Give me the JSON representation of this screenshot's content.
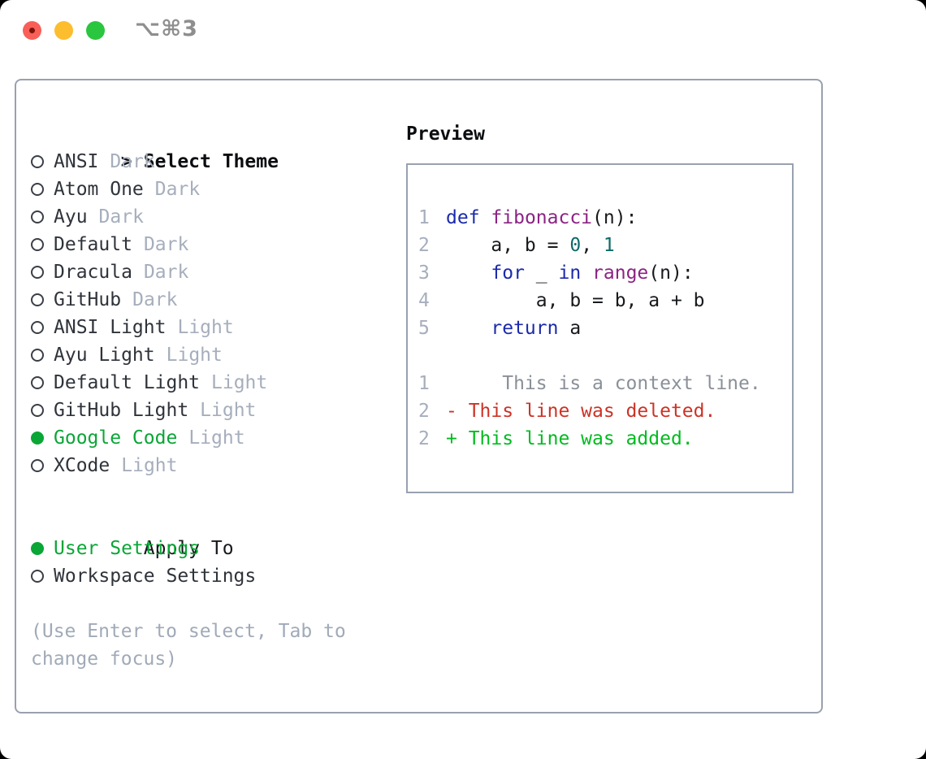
{
  "window": {
    "title": "⌥⌘3",
    "traffic_lights": [
      "close",
      "minimize",
      "zoom"
    ]
  },
  "colors": {
    "border_gray": "#99a1af",
    "selected_green": "#0aa636",
    "added_green": "#00bb1f",
    "deleted_red": "#cc3326",
    "keyword_blue": "#1b2aac",
    "function_purple": "#8c2384",
    "number_teal": "#0e6a6a",
    "muted_gray": "#a6aebc",
    "text_dark": "#2f333a"
  },
  "icons": {
    "prompt": ">",
    "radio_unselected": "outline-circle",
    "radio_selected": "filled-circle"
  },
  "theme_panel": {
    "header": {
      "prompt": ">",
      "label": "Select Theme"
    },
    "themes": [
      {
        "name": "ANSI",
        "variant": "Dark",
        "selected": false
      },
      {
        "name": "Atom One",
        "variant": "Dark",
        "selected": false
      },
      {
        "name": "Ayu",
        "variant": "Dark",
        "selected": false
      },
      {
        "name": "Default",
        "variant": "Dark",
        "selected": false
      },
      {
        "name": "Dracula",
        "variant": "Dark",
        "selected": false
      },
      {
        "name": "GitHub",
        "variant": "Dark",
        "selected": false
      },
      {
        "name": "ANSI Light",
        "variant": "Light",
        "selected": false
      },
      {
        "name": "Ayu Light",
        "variant": "Light",
        "selected": false
      },
      {
        "name": "Default Light",
        "variant": "Light",
        "selected": false
      },
      {
        "name": "GitHub Light",
        "variant": "Light",
        "selected": false
      },
      {
        "name": "Google Code",
        "variant": "Light",
        "selected": true
      },
      {
        "name": "XCode",
        "variant": "Light",
        "selected": false
      }
    ],
    "apply_to": {
      "label": "Apply To",
      "options": [
        {
          "label": "User Settings",
          "selected": true
        },
        {
          "label": "Workspace Settings",
          "selected": false
        }
      ]
    },
    "help_text": "(Use Enter to select, Tab to change focus)"
  },
  "preview": {
    "header": "Preview",
    "lines": [
      {
        "num": "1",
        "tokens": [
          {
            "text": "def",
            "style": "keyword"
          },
          {
            "text": " ",
            "style": "plain"
          },
          {
            "text": "fibonacci",
            "style": "function"
          },
          {
            "text": "(n):",
            "style": "plain"
          }
        ]
      },
      {
        "num": "2",
        "tokens": [
          {
            "text": "    a, b = ",
            "style": "plain"
          },
          {
            "text": "0",
            "style": "number"
          },
          {
            "text": ", ",
            "style": "plain"
          },
          {
            "text": "1",
            "style": "number"
          }
        ]
      },
      {
        "num": "3",
        "tokens": [
          {
            "text": "    ",
            "style": "plain"
          },
          {
            "text": "for",
            "style": "keyword"
          },
          {
            "text": " _ ",
            "style": "plain"
          },
          {
            "text": "in",
            "style": "keyword"
          },
          {
            "text": " ",
            "style": "plain"
          },
          {
            "text": "range",
            "style": "function"
          },
          {
            "text": "(n):",
            "style": "plain"
          }
        ]
      },
      {
        "num": "4",
        "tokens": [
          {
            "text": "        a, b = b, a + b",
            "style": "plain"
          }
        ]
      },
      {
        "num": "5",
        "tokens": [
          {
            "text": "    ",
            "style": "plain"
          },
          {
            "text": "return",
            "style": "keyword"
          },
          {
            "text": " a",
            "style": "plain"
          }
        ]
      },
      {
        "blank": true
      },
      {
        "num": "1",
        "tokens": [
          {
            "text": "     This is a context line.",
            "style": "context"
          }
        ]
      },
      {
        "num": "2",
        "tokens": [
          {
            "text": "- This line was deleted.",
            "style": "deleted"
          }
        ]
      },
      {
        "num": "2",
        "tokens": [
          {
            "text": "+ This line was added.",
            "style": "added"
          }
        ]
      }
    ]
  }
}
